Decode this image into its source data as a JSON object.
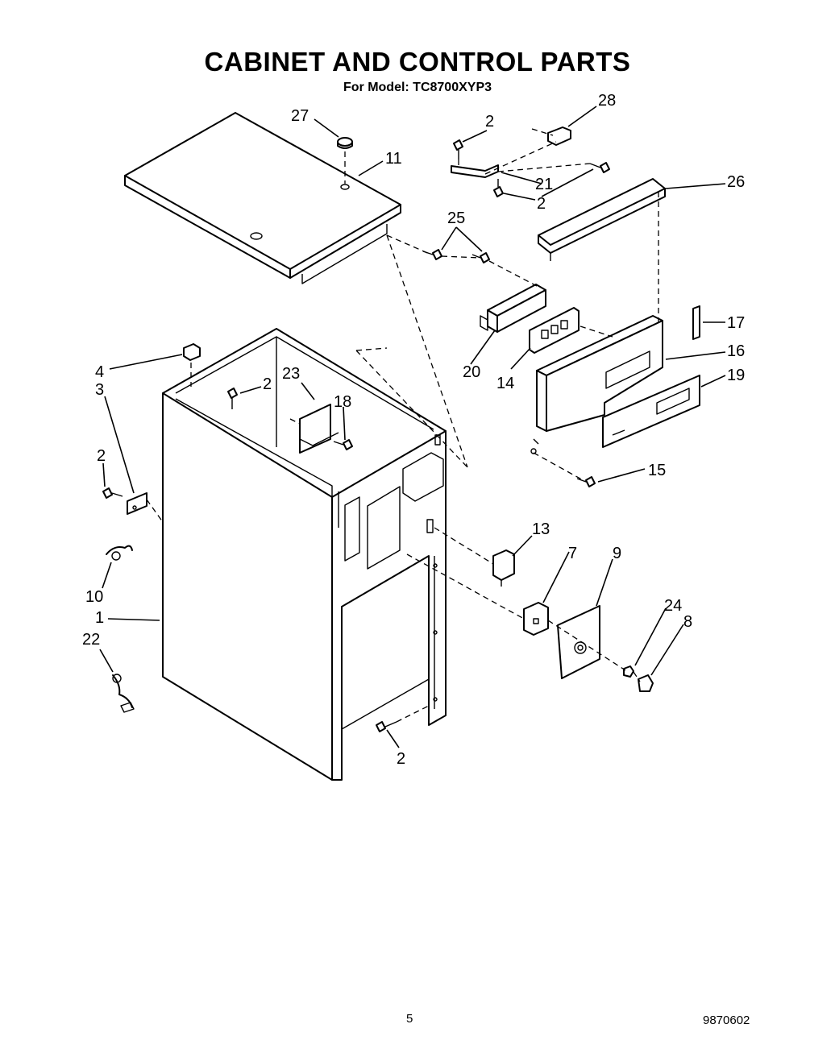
{
  "header": {
    "title": "CABINET AND CONTROL PARTS",
    "subtitle": "For Model: TC8700XYP3"
  },
  "footer": {
    "page_number": "5",
    "document_number": "9870602"
  },
  "callouts": {
    "c27": "27",
    "c11": "11",
    "c2_top": "2",
    "c28": "28",
    "c21": "21",
    "c2_mid": "2",
    "c26": "26",
    "c25": "25",
    "c17": "17",
    "c16": "16",
    "c19": "19",
    "c20": "20",
    "c14": "14",
    "c4": "4",
    "c3": "3",
    "c23": "23",
    "c2_inner": "2",
    "c18": "18",
    "c2_left": "2",
    "c15": "15",
    "c13": "13",
    "c7": "7",
    "c9": "9",
    "c10": "10",
    "c24": "24",
    "c8": "8",
    "c1": "1",
    "c22": "22",
    "c2_bottom": "2"
  }
}
